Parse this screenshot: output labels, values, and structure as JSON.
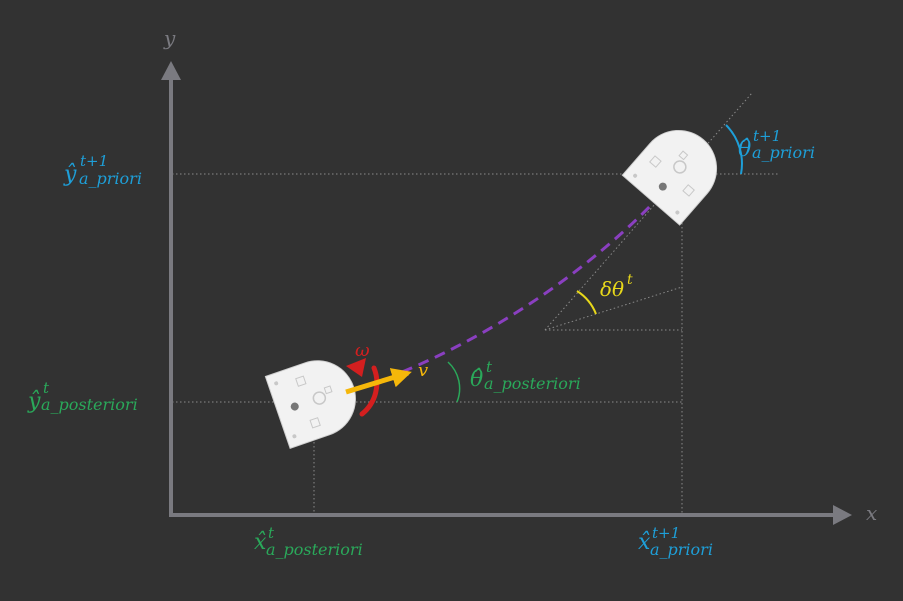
{
  "axes": {
    "x_label": "x",
    "y_label": "y",
    "axis_color": "#7a7a80"
  },
  "colors": {
    "background": "#323232",
    "posteriori": "#2aa85a",
    "a_priori": "#1e9fd8",
    "delta": "#e8d81a",
    "omega": "#d31f1f",
    "velocity": "#f5b70a",
    "trajectory": "#8a3fc0",
    "guide": "#8a8a8a",
    "robot_body": "#f2f2f2"
  },
  "labels": {
    "y_prior": {
      "base": "ŷ",
      "sup": "t+1",
      "sub": "a_priori"
    },
    "y_post": {
      "base": "ŷ",
      "sup": "t",
      "sub": "a_posteriori"
    },
    "x_post": {
      "base": "x̂",
      "sup": "t",
      "sub": "a_posteriori"
    },
    "x_prior": {
      "base": "x̂",
      "sup": "t+1",
      "sub": "a_priori"
    },
    "theta_prior": {
      "base": "θ̂",
      "sup": "t+1",
      "sub": "a_priori"
    },
    "theta_post": {
      "base": "θ̂",
      "sup": "t",
      "sub": "a_posteriori"
    },
    "delta_theta": {
      "base": "δθ",
      "sup": "t"
    },
    "omega": "ω",
    "velocity": "v"
  },
  "icons": {
    "robot_start": "robot-icon",
    "robot_end": "robot-icon",
    "rotation": "curved-arrow-icon"
  }
}
